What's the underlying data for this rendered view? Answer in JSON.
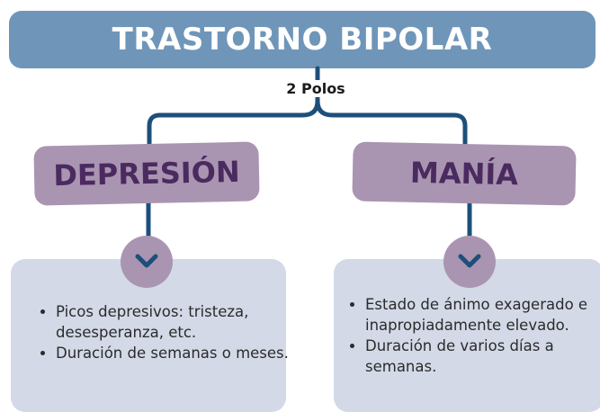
{
  "title": "TRASTORNO BIPOLAR",
  "subtitle": "2 Polos",
  "poles": [
    {
      "label": "DEPRESIÓN",
      "items": [
        "Picos depresivos: tristeza, desesperanza, etc.",
        "Duración de semanas o meses."
      ]
    },
    {
      "label": "MANÍA",
      "items": [
        "Estado de ánimo exagerado e inapropiadamente elevado.",
        "Duración de varios días a semanas."
      ]
    }
  ],
  "icons": [
    "chevron-down-icon",
    "chevron-down-icon"
  ],
  "colors": {
    "title_bg": "#6f96b9",
    "pole_bg": "#a995b1",
    "pole_text": "#4b2a60",
    "box_bg": "#d3d9e7",
    "connector": "#1e4f7a"
  }
}
